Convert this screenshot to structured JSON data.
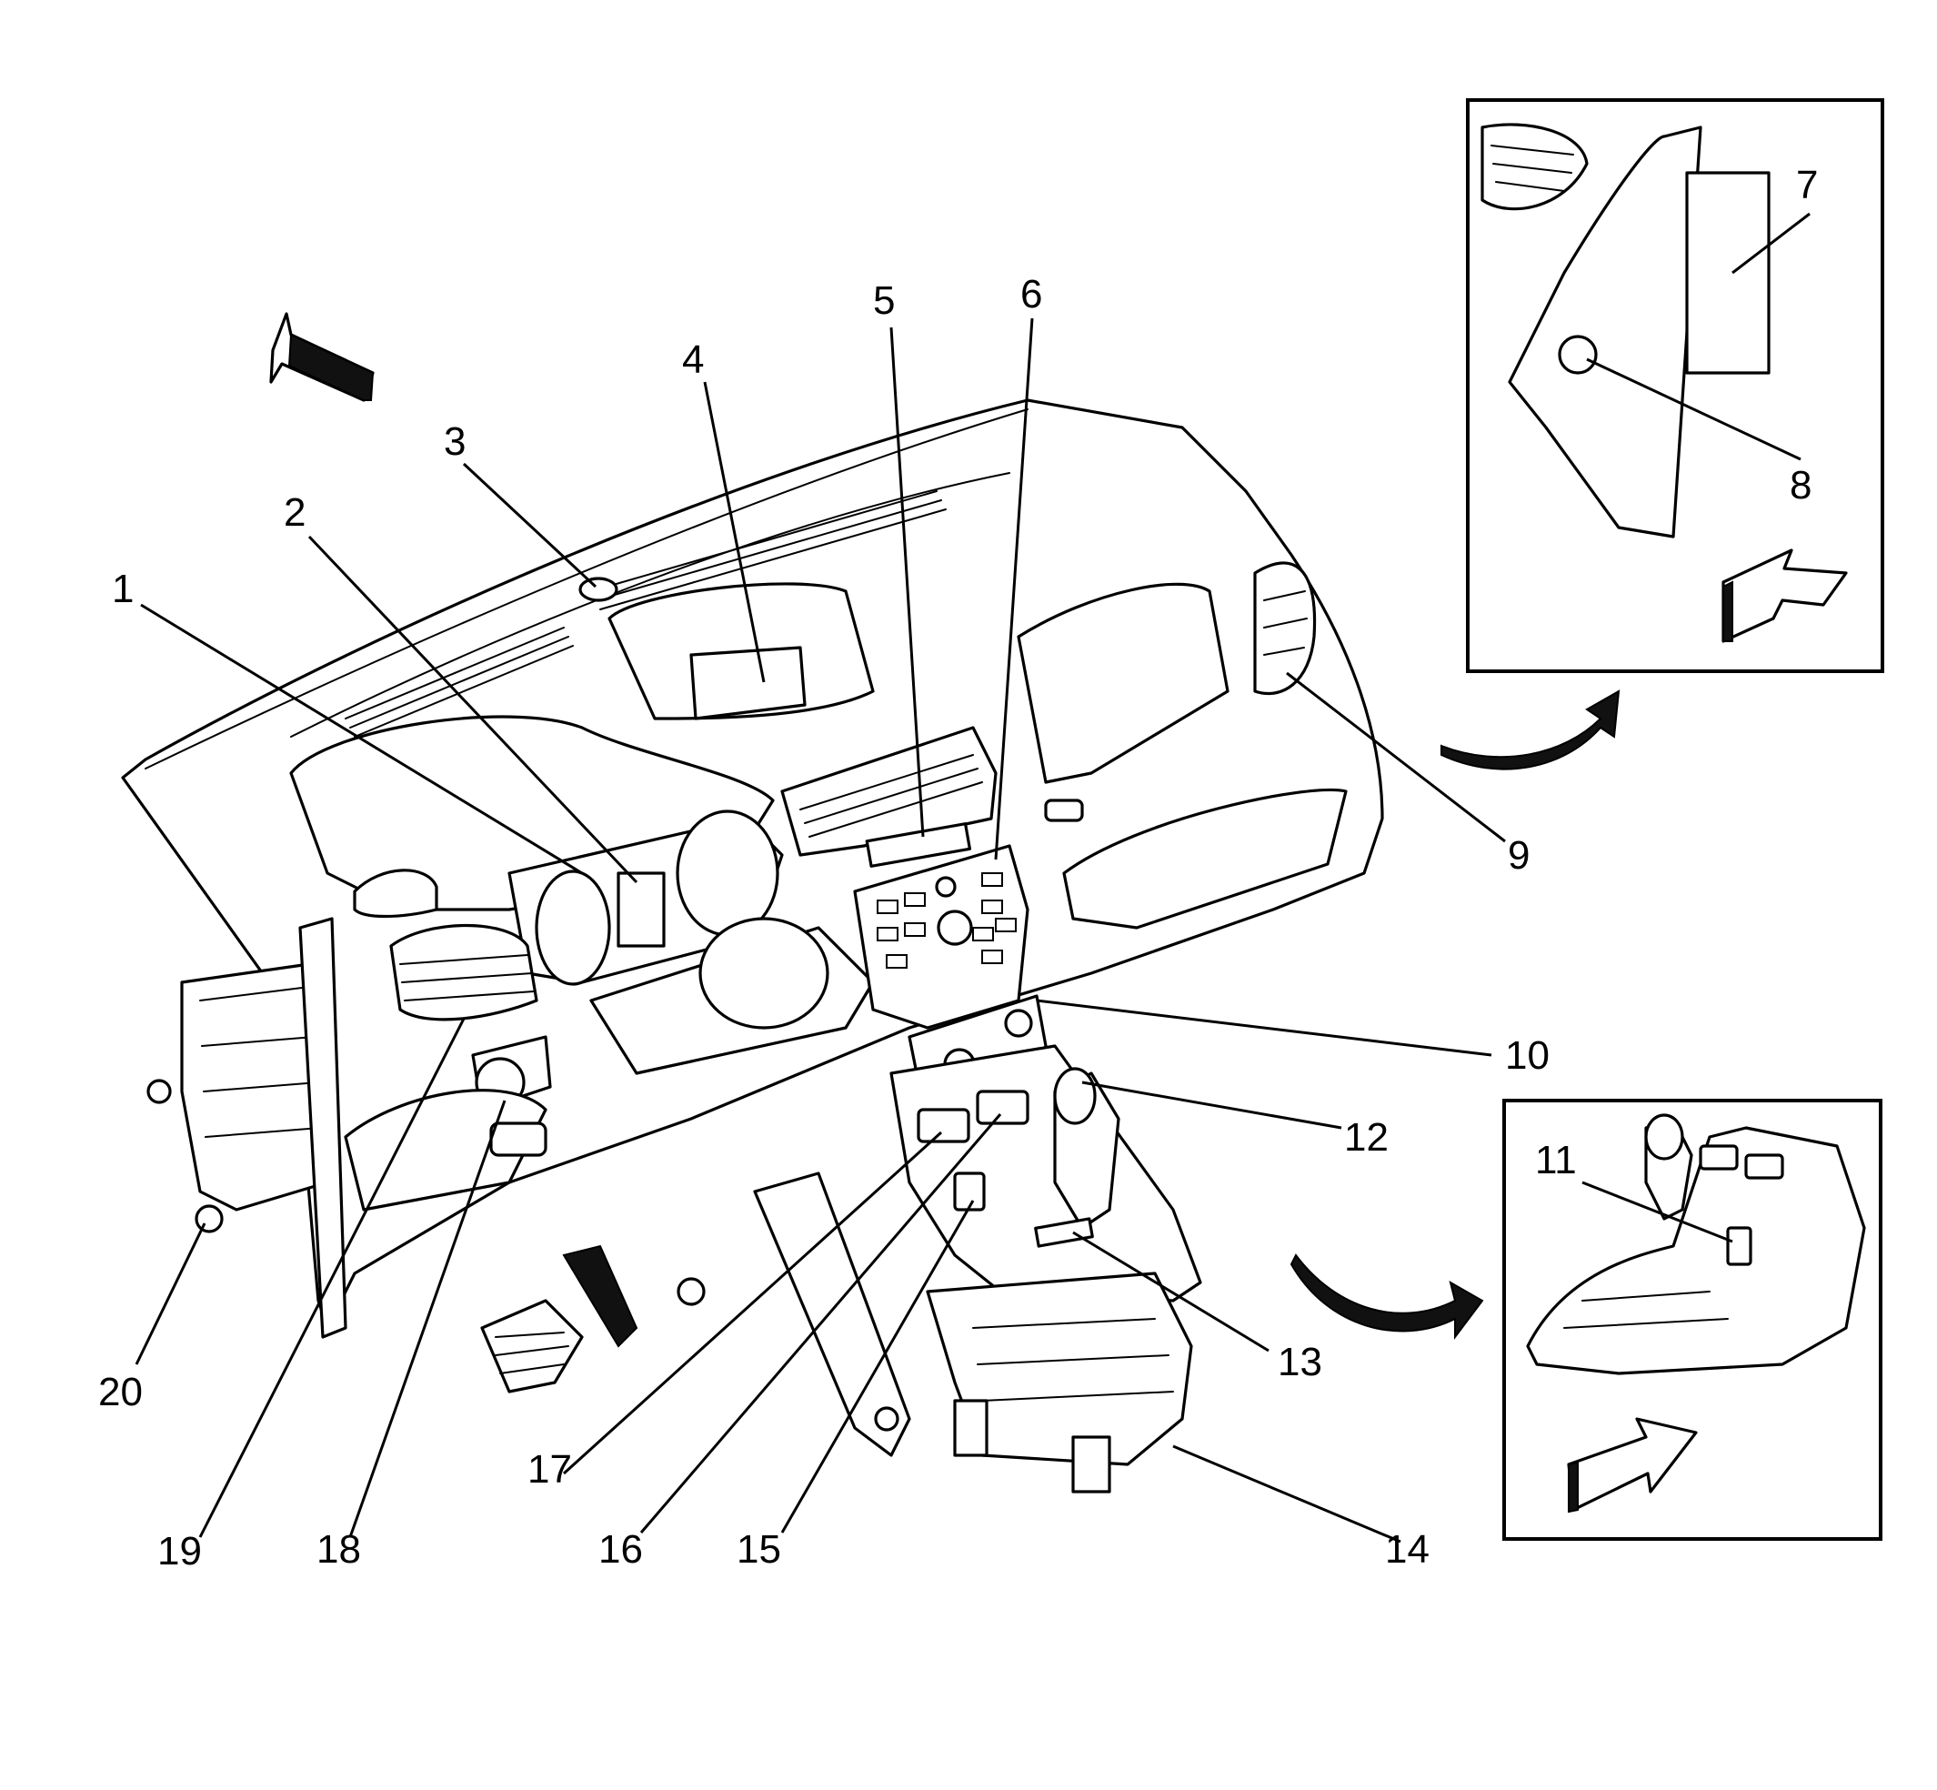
{
  "diagram": {
    "callouts": [
      {
        "id": "1",
        "label": "1"
      },
      {
        "id": "2",
        "label": "2"
      },
      {
        "id": "3",
        "label": "3"
      },
      {
        "id": "4",
        "label": "4"
      },
      {
        "id": "5",
        "label": "5"
      },
      {
        "id": "6",
        "label": "6"
      },
      {
        "id": "7",
        "label": "7"
      },
      {
        "id": "8",
        "label": "8"
      },
      {
        "id": "9",
        "label": "9"
      },
      {
        "id": "10",
        "label": "10"
      },
      {
        "id": "11",
        "label": "11"
      },
      {
        "id": "12",
        "label": "12"
      },
      {
        "id": "13",
        "label": "13"
      },
      {
        "id": "14",
        "label": "14"
      },
      {
        "id": "15",
        "label": "15"
      },
      {
        "id": "16",
        "label": "16"
      },
      {
        "id": "17",
        "label": "17"
      },
      {
        "id": "18",
        "label": "18"
      },
      {
        "id": "19",
        "label": "19"
      },
      {
        "id": "20",
        "label": "20"
      }
    ],
    "insets": [
      "detail-pillar-module",
      "detail-shifter-switch"
    ],
    "icons": [
      "forward-direction-arrow-icon",
      "inset-pointer-arrow-icon"
    ],
    "colors": {
      "line": "#000000",
      "background": "#ffffff"
    }
  }
}
